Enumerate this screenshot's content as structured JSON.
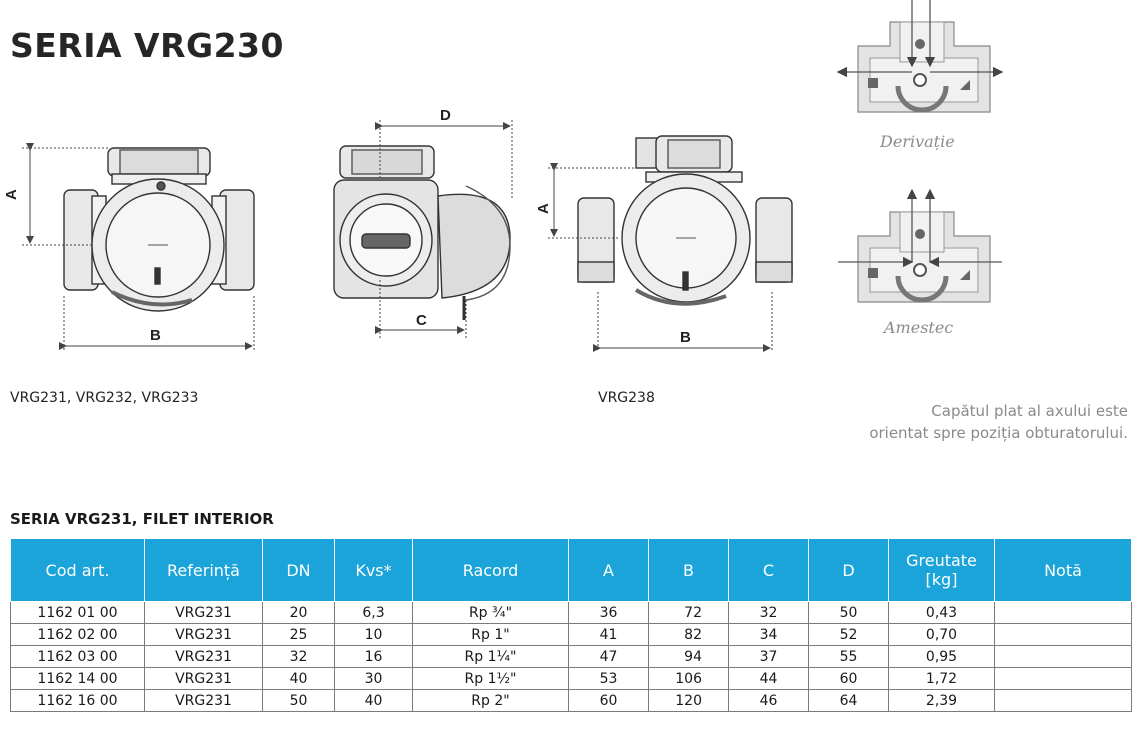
{
  "title": "SERIA VRG230",
  "captions": {
    "left": "VRG231, VRG232, VRG233",
    "right": "VRG238"
  },
  "dim_labels": {
    "a": "A",
    "b": "B",
    "c": "C",
    "d": "D"
  },
  "flow_labels": {
    "derivation": "Derivație",
    "mixing": "Amestec"
  },
  "note": {
    "line1": "Capătul plat al axului este",
    "line2": "orientat spre poziția obturatorului."
  },
  "table": {
    "subtitle": "SERIA VRG231, FILET INTERIOR",
    "headers": [
      "Cod art.",
      "Referință",
      "DN",
      "Kvs*",
      "Racord",
      "A",
      "B",
      "C",
      "D",
      "Greutate\n[kg]",
      "Notă"
    ],
    "rows": [
      [
        "1162 01 00",
        "VRG231",
        "20",
        "6,3",
        "Rp ¾\"",
        "36",
        "72",
        "32",
        "50",
        "0,43",
        ""
      ],
      [
        "1162 02 00",
        "VRG231",
        "25",
        "10",
        "Rp 1\"",
        "41",
        "82",
        "34",
        "52",
        "0,70",
        ""
      ],
      [
        "1162 03 00",
        "VRG231",
        "32",
        "16",
        "Rp 1¼\"",
        "47",
        "94",
        "37",
        "55",
        "0,95",
        ""
      ],
      [
        "1162 14 00",
        "VRG231",
        "40",
        "30",
        "Rp 1½\"",
        "53",
        "106",
        "44",
        "60",
        "1,72",
        ""
      ],
      [
        "1162 16 00",
        "VRG231",
        "50",
        "40",
        "Rp 2\"",
        "60",
        "120",
        "46",
        "64",
        "2,39",
        ""
      ]
    ]
  },
  "colors": {
    "header_bg": "#1ba4d9",
    "header_text": "#ffffff",
    "note_text": "#8a8a8a",
    "arrow": "#555555"
  }
}
